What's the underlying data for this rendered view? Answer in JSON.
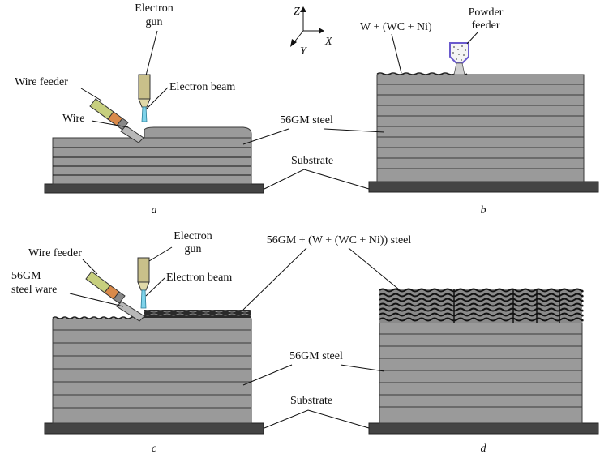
{
  "axes": {
    "z": "Z",
    "x": "X",
    "y": "Y"
  },
  "panel_a": {
    "label": "a",
    "electron_gun": [
      "Electron",
      "gun"
    ],
    "wire_feeder": "Wire feeder",
    "electron_beam": "Electron beam",
    "wire": "Wire"
  },
  "panel_b": {
    "label": "b",
    "powder": "W + (WC + Ni)",
    "powder_feeder": [
      "Powder",
      "feeder"
    ]
  },
  "panel_c": {
    "label": "c",
    "wire_feeder": "Wire feeder",
    "electron_gun": [
      "Electron",
      "gun"
    ],
    "electron_beam": "Electron beam",
    "steel_ware": [
      "56GM",
      "steel ware"
    ]
  },
  "panel_d": {
    "label": "d"
  },
  "shared": {
    "steel_top": "56GM steel",
    "substrate_top": "Substrate",
    "composite": "56GM + (W + (WC + Ni)) steel",
    "steel_bottom": "56GM steel",
    "substrate_bottom": "Substrate"
  },
  "colors": {
    "layer_fill": "#9a9a9a",
    "substrate": "#444444",
    "gun_body": "#c9c08a",
    "feeder_body": "#c7cf7e",
    "feeder_tip": "#d98a4a",
    "beam": "#7fd3ea",
    "powder_feeder": "#6a5acd"
  }
}
